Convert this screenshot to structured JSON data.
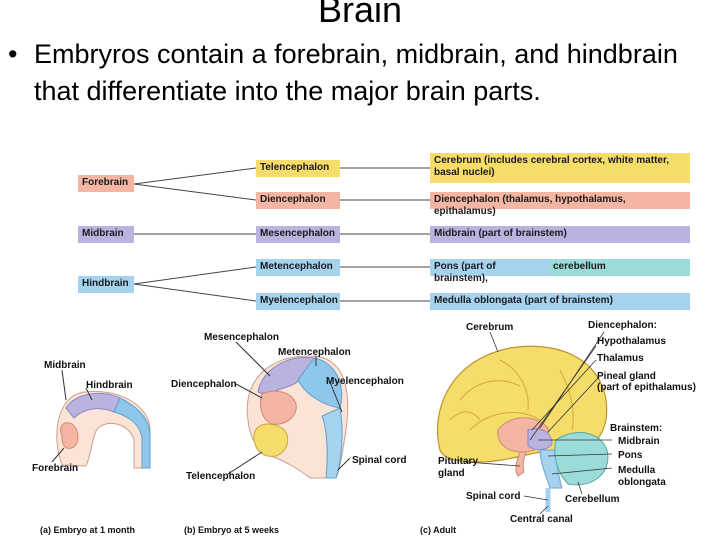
{
  "title": "Brain",
  "bullet": "Embryros contain a forebrain, midbrain, and hindbrain that differentiate into the major brain parts.",
  "bullet_marker": "•",
  "flow": {
    "primary": [
      "Forebrain",
      "Midbrain",
      "Hindbrain"
    ],
    "secondary": [
      "Telencephalon",
      "Diencephalon",
      "Mesencephalon",
      "Metencephalon",
      "Myelencephalon"
    ],
    "adult": {
      "cerebrum": "Cerebrum (includes cerebral cortex, white matter, basal nuclei)",
      "diencephalon": "Diencephalon (thalamus, hypothalamus, epithalamus)",
      "midbrain": "Midbrain (part of brainstem)",
      "pons": "Pons (part of brainstem),",
      "cerebellum": "cerebellum",
      "medulla": "Medulla oblongata (part of brainstem)"
    }
  },
  "fig_a": {
    "labels": [
      "Midbrain",
      "Hindbrain",
      "Forebrain"
    ],
    "caption": "(a) Embryo at 1 month"
  },
  "fig_b": {
    "labels": [
      "Mesencephalon",
      "Metencephalon",
      "Diencephalon",
      "Myelencephalon",
      "Spinal cord",
      "Telencephalon"
    ],
    "caption": "(b) Embryo at 5 weeks"
  },
  "fig_c": {
    "labels": [
      "Cerebrum",
      "Diencephalon:",
      "Hypothalamus",
      "Thalamus",
      "Pineal gland",
      "(part of epithalamus)",
      "Brainstem:",
      "Midbrain",
      "Pons",
      "Medulla",
      "oblongata",
      "Pituitary",
      "gland",
      "Spinal cord",
      "Cerebellum",
      "Central canal"
    ],
    "caption": "(c) Adult"
  },
  "colors": {
    "pink": "#f4b6a3",
    "yellow": "#f6dc6b",
    "purple": "#b9b3df",
    "blue": "#a5d3ef",
    "teal": "#9bdcd8"
  }
}
